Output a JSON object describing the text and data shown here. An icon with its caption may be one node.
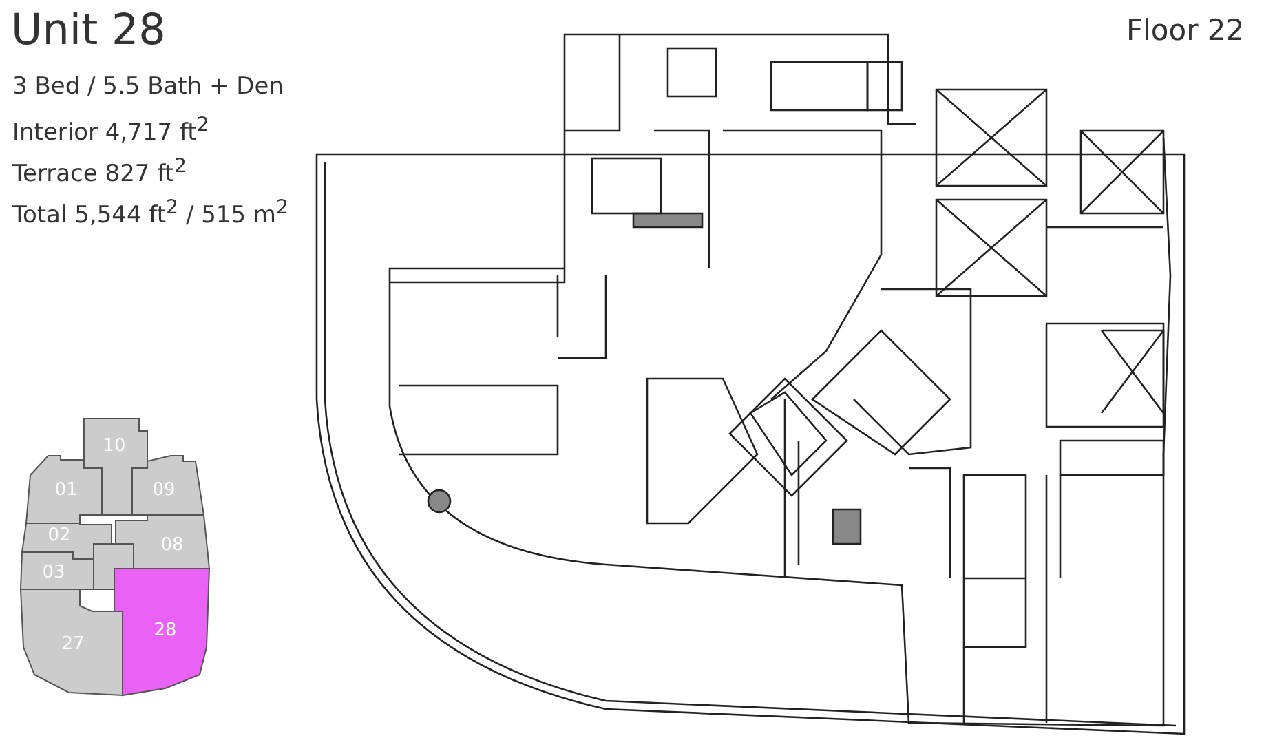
{
  "diagram": {
    "title": "Unit 28",
    "nodes": [
      {
        "text": [
          "10"
        ]
      },
      {
        "text": [
          "01"
        ]
      },
      {
        "text": [
          "09"
        ]
      },
      {
        "text": [
          "02"
        ]
      },
      {
        "text": [
          "08"
        ]
      },
      {
        "text": [],
        "shape": "box"
      },
      {
        "text": [
          "03"
        ]
      },
      {
        "text": [
          "27"
        ]
      },
      {
        "text": [
          "28"
        ]
      }
    ],
    "labels": [
      "3 Bed / 5.5 Bath + Den",
      "Interior 4,717 ft$^{2}$",
      "Terrace 827 ft$^{2}$",
      "Total 5,544 ft$^{2}$ / 515 m$^{2}$",
      "Floor 22"
    ]
  }
}
